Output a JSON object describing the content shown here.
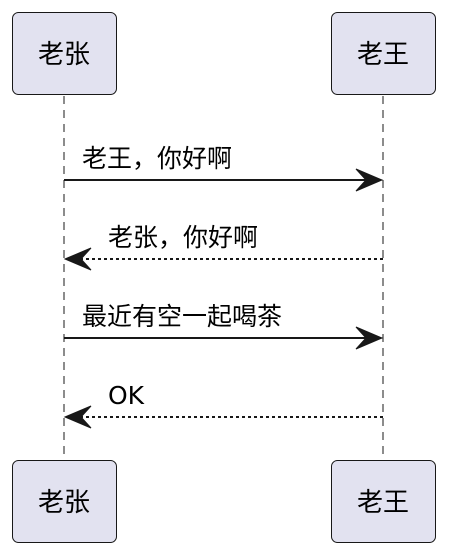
{
  "participants": [
    {
      "id": "a",
      "label": "老张"
    },
    {
      "id": "b",
      "label": "老王"
    }
  ],
  "messages": [
    {
      "from": "a",
      "to": "b",
      "text": "老王，你好啊",
      "style": "solid"
    },
    {
      "from": "b",
      "to": "a",
      "text": "老张，你好啊",
      "style": "dotted"
    },
    {
      "from": "a",
      "to": "b",
      "text": "最近有空一起喝茶",
      "style": "solid"
    },
    {
      "from": "b",
      "to": "a",
      "text": "OK",
      "style": "dotted"
    }
  ]
}
